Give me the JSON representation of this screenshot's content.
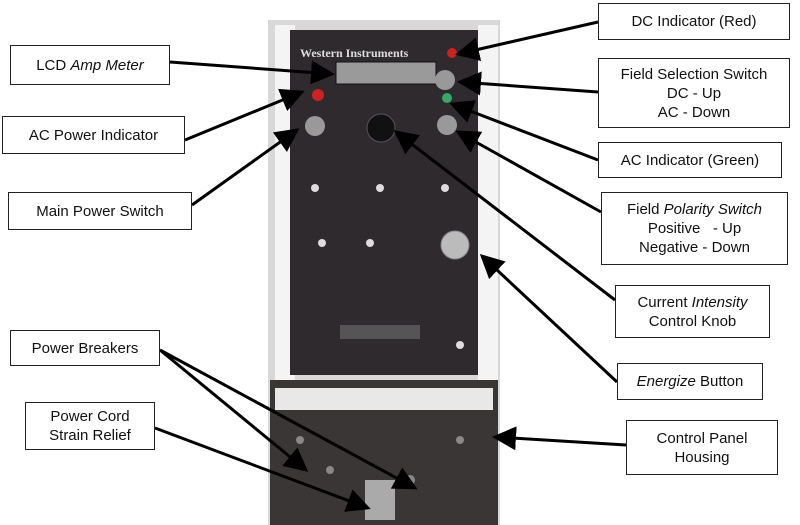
{
  "device": {
    "brand_text": "Western Instruments"
  },
  "labels": {
    "lcd": {
      "pre": "LCD ",
      "em": "Amp Meter"
    },
    "ac_power": "AC Power Indicator",
    "main_power": "Main Power Switch",
    "breakers": "Power Breakers",
    "strain": {
      "l1": "Power Cord",
      "l2": "Strain Relief"
    },
    "dc_ind": "DC Indicator (Red)",
    "field_sel": {
      "l1": "Field Selection Switch",
      "l2": "DC - Up",
      "l3": "AC - Down"
    },
    "ac_ind": "AC Indicator (Green)",
    "polarity": {
      "pre": "Field ",
      "em": "Polarity Switch",
      "l2": "Positive   - Up",
      "l3": "Negative - Down"
    },
    "intensity": {
      "pre": "Current ",
      "em": "Intensity",
      "l2": "Control Knob"
    },
    "energize": {
      "em": "Energize",
      "post": " Button"
    },
    "housing": {
      "l1": "Control Panel",
      "l2": "Housing"
    }
  }
}
